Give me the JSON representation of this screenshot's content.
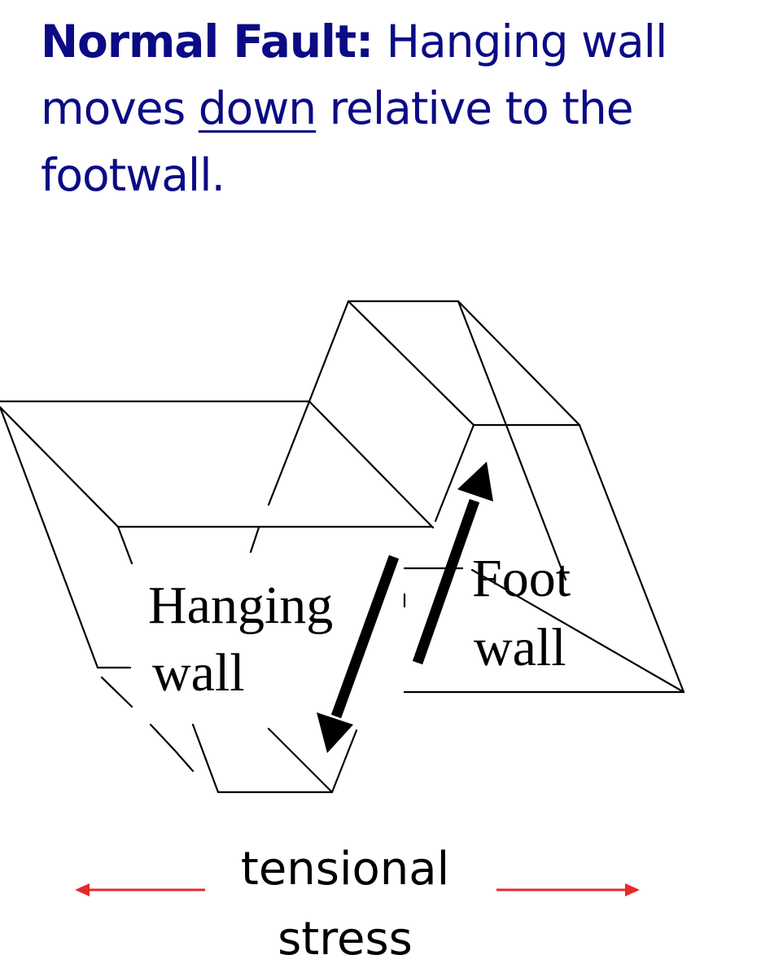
{
  "heading": {
    "bold": "Normal Fault:",
    "text_before": " Hanging wall moves ",
    "underlined": "down",
    "text_after": " relative to the footwall."
  },
  "labels": {
    "hanging_line1": "Hanging",
    "hanging_line2": "wall",
    "foot_line1": "Foot",
    "foot_line2": "wall",
    "stress_line1": "tensional",
    "stress_line2": "stress"
  },
  "colors": {
    "heading": "#0b0b85",
    "stress_arrow": "#e8282a",
    "lines": "#000000"
  }
}
